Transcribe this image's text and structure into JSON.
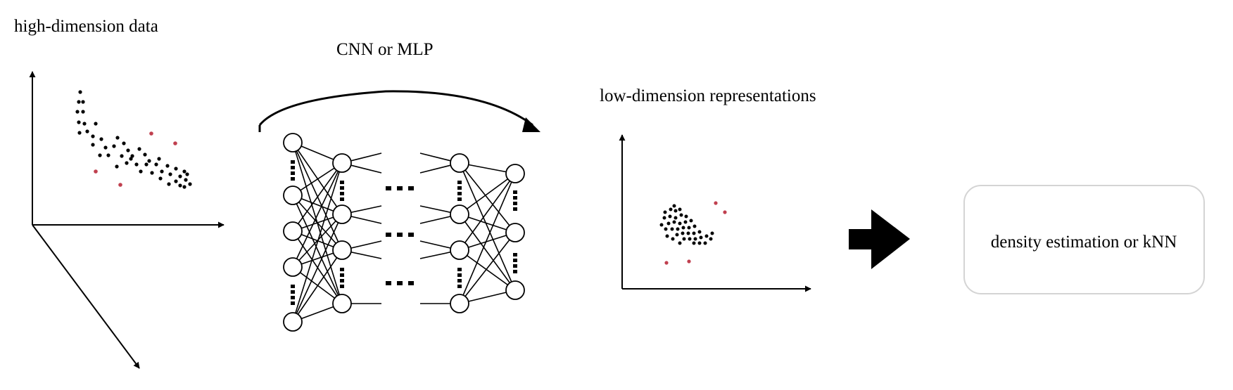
{
  "labels": {
    "input_data": "high-dimension data",
    "encoder": "CNN or MLP",
    "output_data": "low-dimension representations",
    "downstream": "density estimation or kNN"
  },
  "colors": {
    "background": "#ffffff",
    "stroke": "#000000",
    "normal_point": "#000000",
    "anomaly_point": "#c0404f",
    "box_border": "#d4d4d4"
  },
  "icons": [
    "axes-3d-icon",
    "neural-network-icon",
    "curved-arrow-icon",
    "axes-2d-icon",
    "block-arrow-icon"
  ]
}
